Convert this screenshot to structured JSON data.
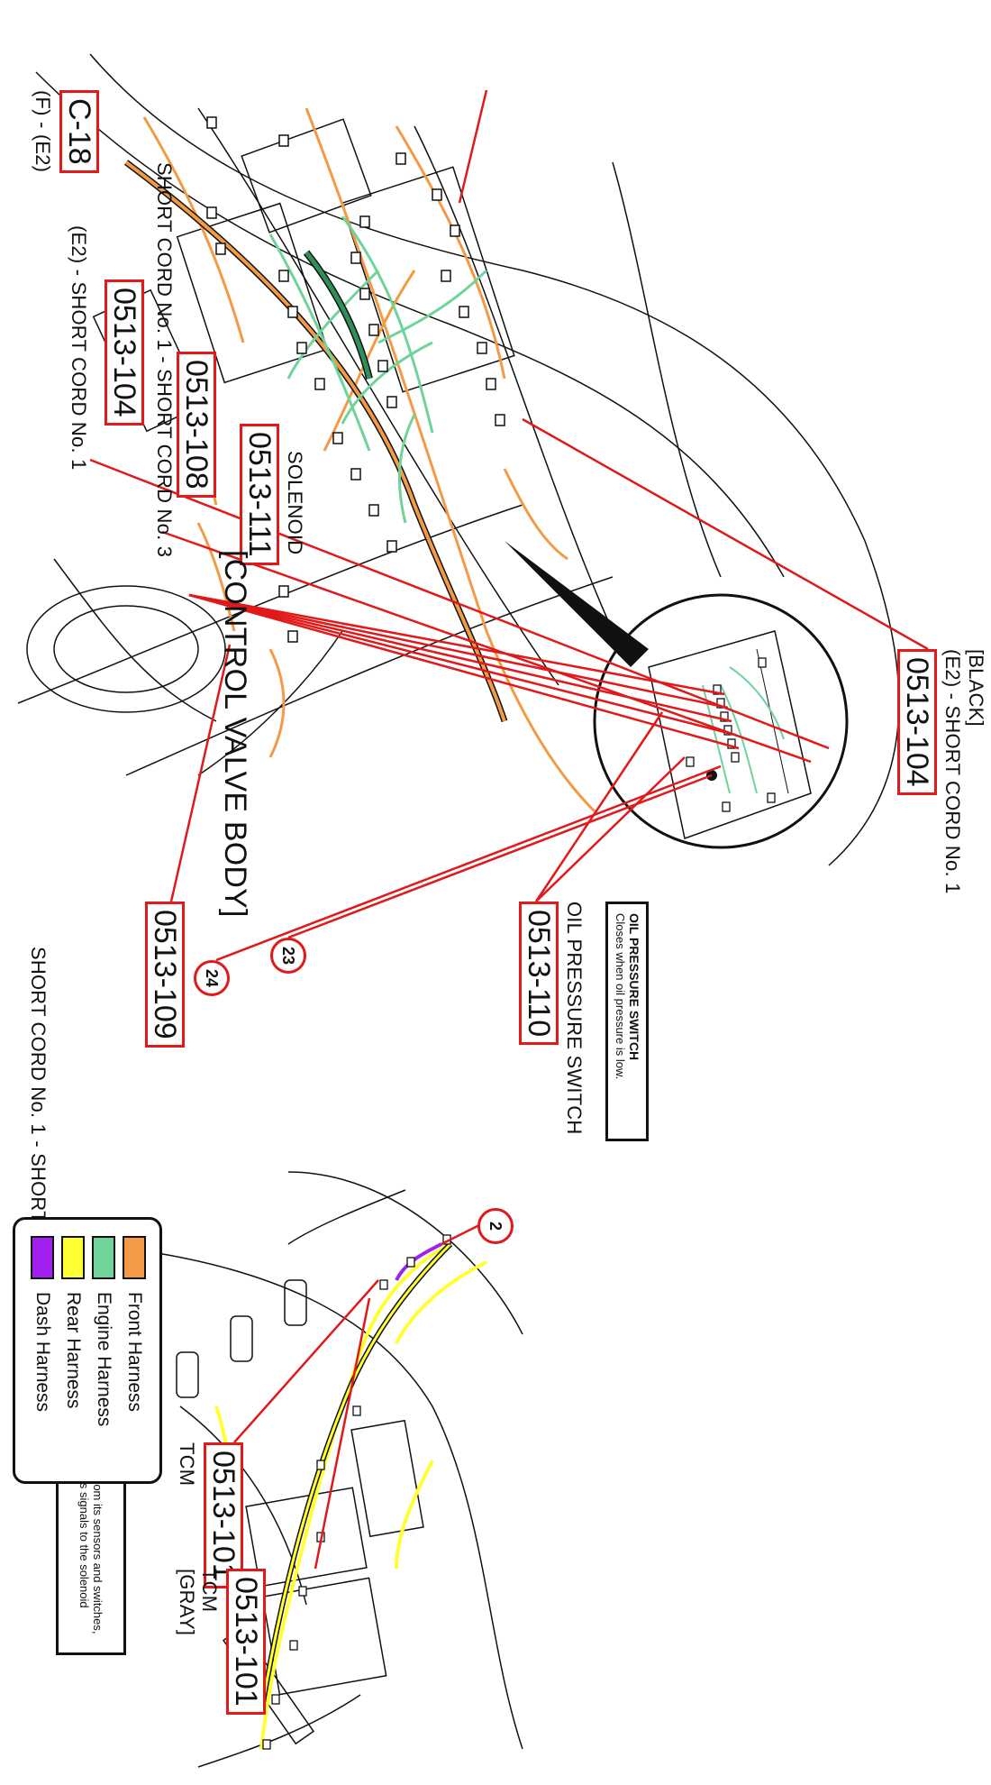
{
  "labels": {
    "f_e2": "(F) - (E2)",
    "c18": "C-18",
    "e2_short1_top": "(E2) - SHORT CORD No. 1",
    "short1_short3": "SHORT CORD No. 1 - SHORT CORD No. 3",
    "code_104_top": "0513-104",
    "code_108": "0513-108",
    "code_111": "0513-111",
    "solenoid": "SOLENOID",
    "control_valve_body": "[CONTROL VALVE BODY]",
    "code_104_bottom": "0513-104",
    "e2_short1_bottom": "(E2) - SHORT CORD No. 1",
    "black": "[BLACK]",
    "code_110": "0513-110",
    "oil_pressure_switch": "OIL PRESSURE SWITCH",
    "short1_short2": "SHORT CORD No. 1 - SHORT CORD No. 2",
    "code_109": "0513-109",
    "num_23": "23",
    "num_24": "24",
    "num_2": "2",
    "tcm_label": "TCM",
    "code_101_a": "0513-101",
    "gray_tcm_1": "[GRAY]",
    "gray_tcm_2": "TCM",
    "code_101_b": "0513-101"
  },
  "notes": {
    "oil_title": "OIL PRESSURE SWITCH",
    "oil_text": "Closes when oil pressure is low.",
    "tcm_title": "TCM",
    "tcm_text": "Receives inputs from its sensors and switches, this module directs signals to the solenoid valves."
  },
  "legend": [
    {
      "label": "Front Harness",
      "color": "#f39a45"
    },
    {
      "label": "Engine Harness",
      "color": "#6fd39a"
    },
    {
      "label": "Rear Harness",
      "color": "#ffff33"
    },
    {
      "label": "Dash Harness",
      "color": "#a020f0"
    }
  ],
  "colors": {
    "callout_red": "#e0191b",
    "front": "#f39a45",
    "engine": "#6fd39a",
    "rear": "#ffff33",
    "dash": "#a020f0"
  }
}
